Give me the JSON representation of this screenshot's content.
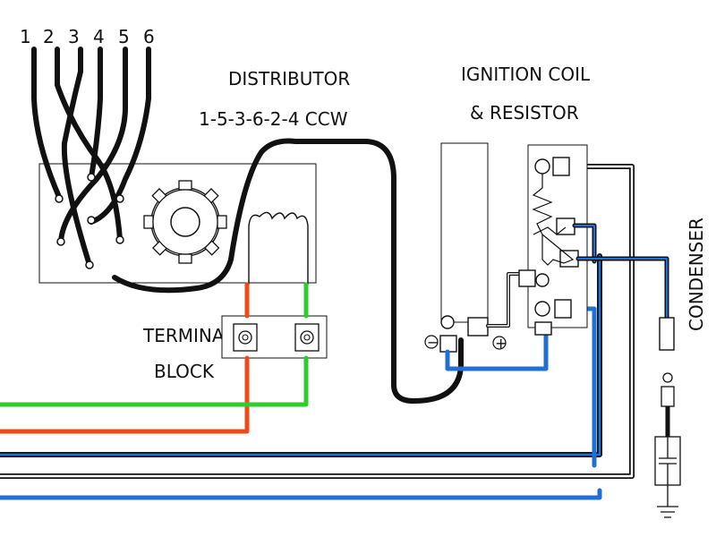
{
  "cylinder_numbers": [
    "1",
    "2",
    "3",
    "4",
    "5",
    "6"
  ],
  "distributor": {
    "label": "DISTRIBUTOR",
    "firing_order": "1-5-3-6-2-4 CCW"
  },
  "ignition_coil": {
    "label_line1": "IGNITION COIL",
    "label_line2": "& RESISTOR",
    "negative": "−",
    "positive": "+"
  },
  "terminal_block": {
    "label_line1": "TERMINAL",
    "label_line2": "BLOCK"
  },
  "condenser": {
    "label": "CONDENSER"
  },
  "colors": {
    "black_wire": "#111111",
    "blue_wire": "#1f6fd6",
    "green_wire": "#2ecc2e",
    "red_wire": "#f04a1a"
  }
}
